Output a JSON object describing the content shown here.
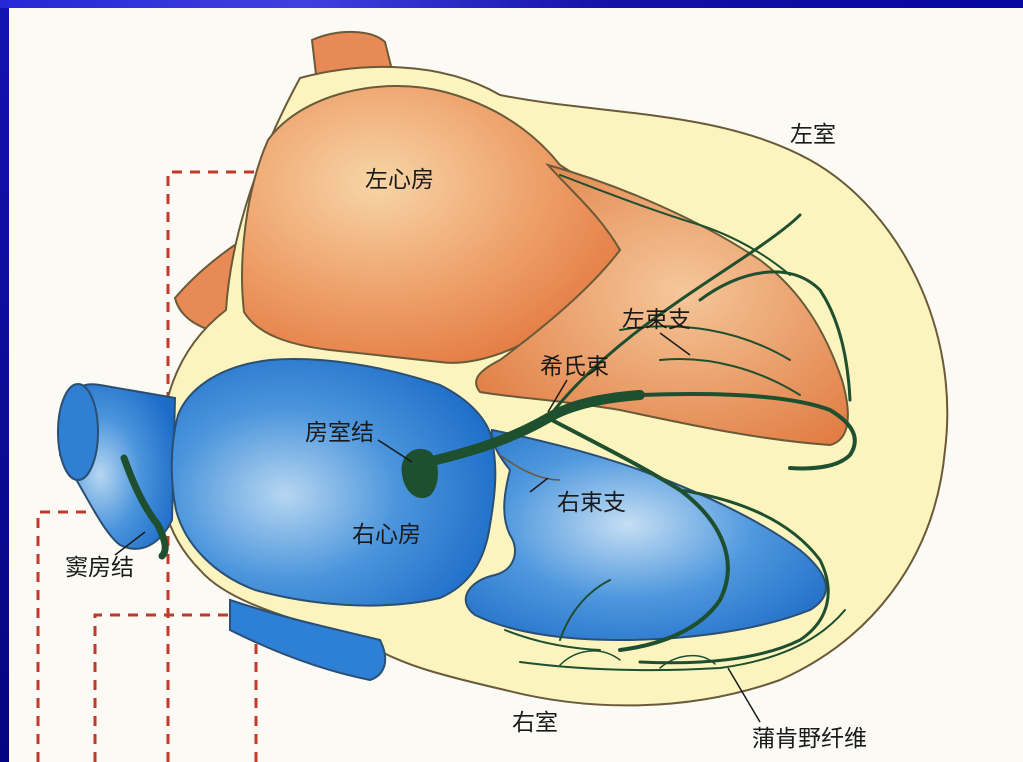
{
  "labels": {
    "left_ventricle": "左室",
    "left_atrium": "左心房",
    "left_bundle_branch": "左束支",
    "his_bundle": "希氏束",
    "av_node": "房室结",
    "right_bundle_branch": "右束支",
    "right_atrium": "右心房",
    "sa_node": "窦房结",
    "right_ventricle": "右室",
    "purkinje_fibers": "蒲肯野纤维"
  },
  "colors": {
    "background": "#0a0a9e",
    "paper": "#fbfaf5",
    "myocardium": "#fbf4bf",
    "left_heart": "#e88a55",
    "right_heart": "#2e7fd6",
    "conduction": "#1e4f2e",
    "outline": "#6b5a3a",
    "guide_lines": "#c0392b"
  }
}
